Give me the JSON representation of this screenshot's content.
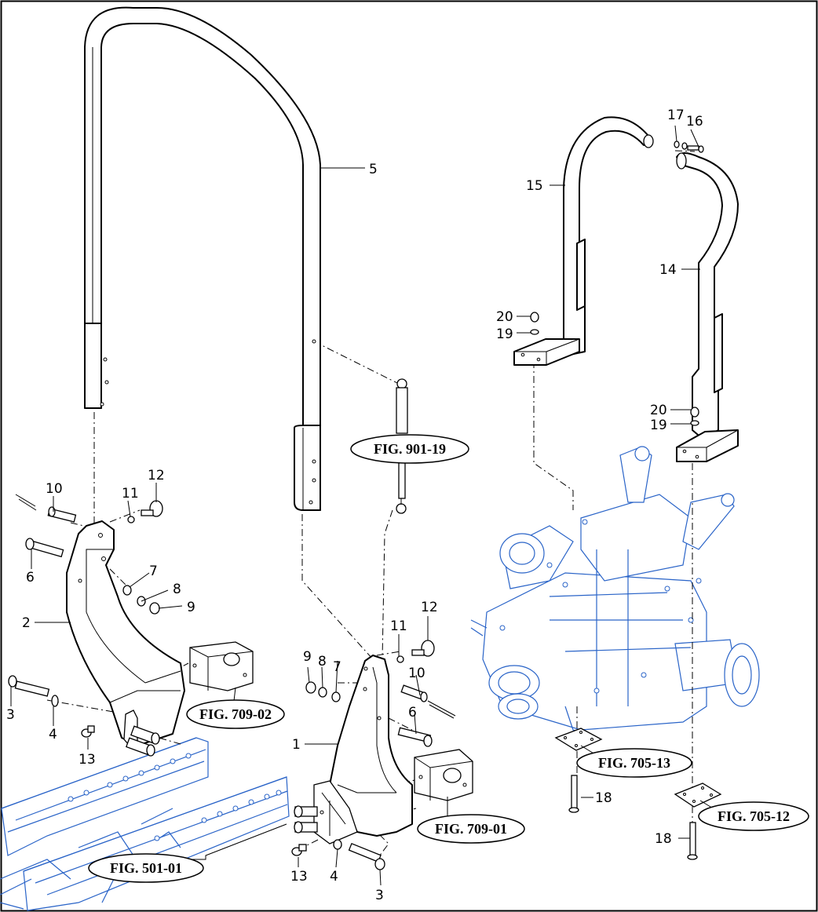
{
  "callouts": {
    "p1": "1",
    "p2": "2",
    "p3a": "3",
    "p3b": "3",
    "p4a": "4",
    "p4b": "4",
    "p5": "5",
    "p6a": "6",
    "p6b": "6",
    "p7a": "7",
    "p7b": "7",
    "p8a": "8",
    "p8b": "8",
    "p9a": "9",
    "p9b": "9",
    "p10a": "10",
    "p10b": "10",
    "p11a": "11",
    "p11b": "11",
    "p12a": "12",
    "p12b": "12",
    "p13a": "13",
    "p13b": "13",
    "p14": "14",
    "p15": "15",
    "p16": "16",
    "p17": "17",
    "p18a": "18",
    "p18b": "18",
    "p19a": "19",
    "p19b": "19",
    "p20a": "20",
    "p20b": "20"
  },
  "figure_refs": {
    "fig_901_19": "FIG. 901-19",
    "fig_709_02": "FIG. 709-02",
    "fig_709_01": "FIG. 709-01",
    "fig_705_13": "FIG. 705-13",
    "fig_705_12": "FIG. 705-12",
    "fig_501_01": "FIG. 501-01"
  },
  "colors": {
    "line": "#000000",
    "reference_assembly": "#2a64c8",
    "border": "#000000"
  }
}
